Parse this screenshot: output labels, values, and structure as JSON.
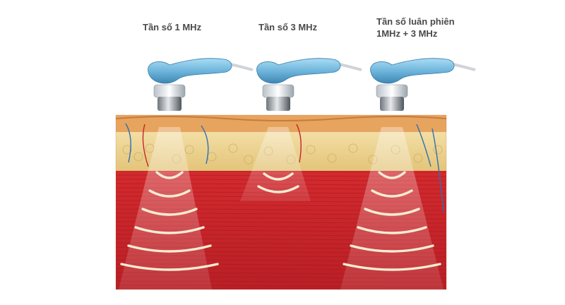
{
  "labels": {
    "freq_1mhz": "Tần số 1 MHz",
    "freq_3mhz": "Tần số 3 MHz",
    "freq_alt_line1": "Tần số luân phiên",
    "freq_alt_line2": "1MHz + 3 MHz"
  },
  "colors": {
    "label_text": "#4a4a4a",
    "muscle": "#c8242a",
    "muscle_fibre": "#9e1a1f",
    "fat": "#e8cf8a",
    "epidermis": "#e7a45e",
    "probe_handle": "#6fb6dc",
    "wave": "#f6ecd2"
  },
  "icons": [
    "ultrasound-probe-icon"
  ]
}
